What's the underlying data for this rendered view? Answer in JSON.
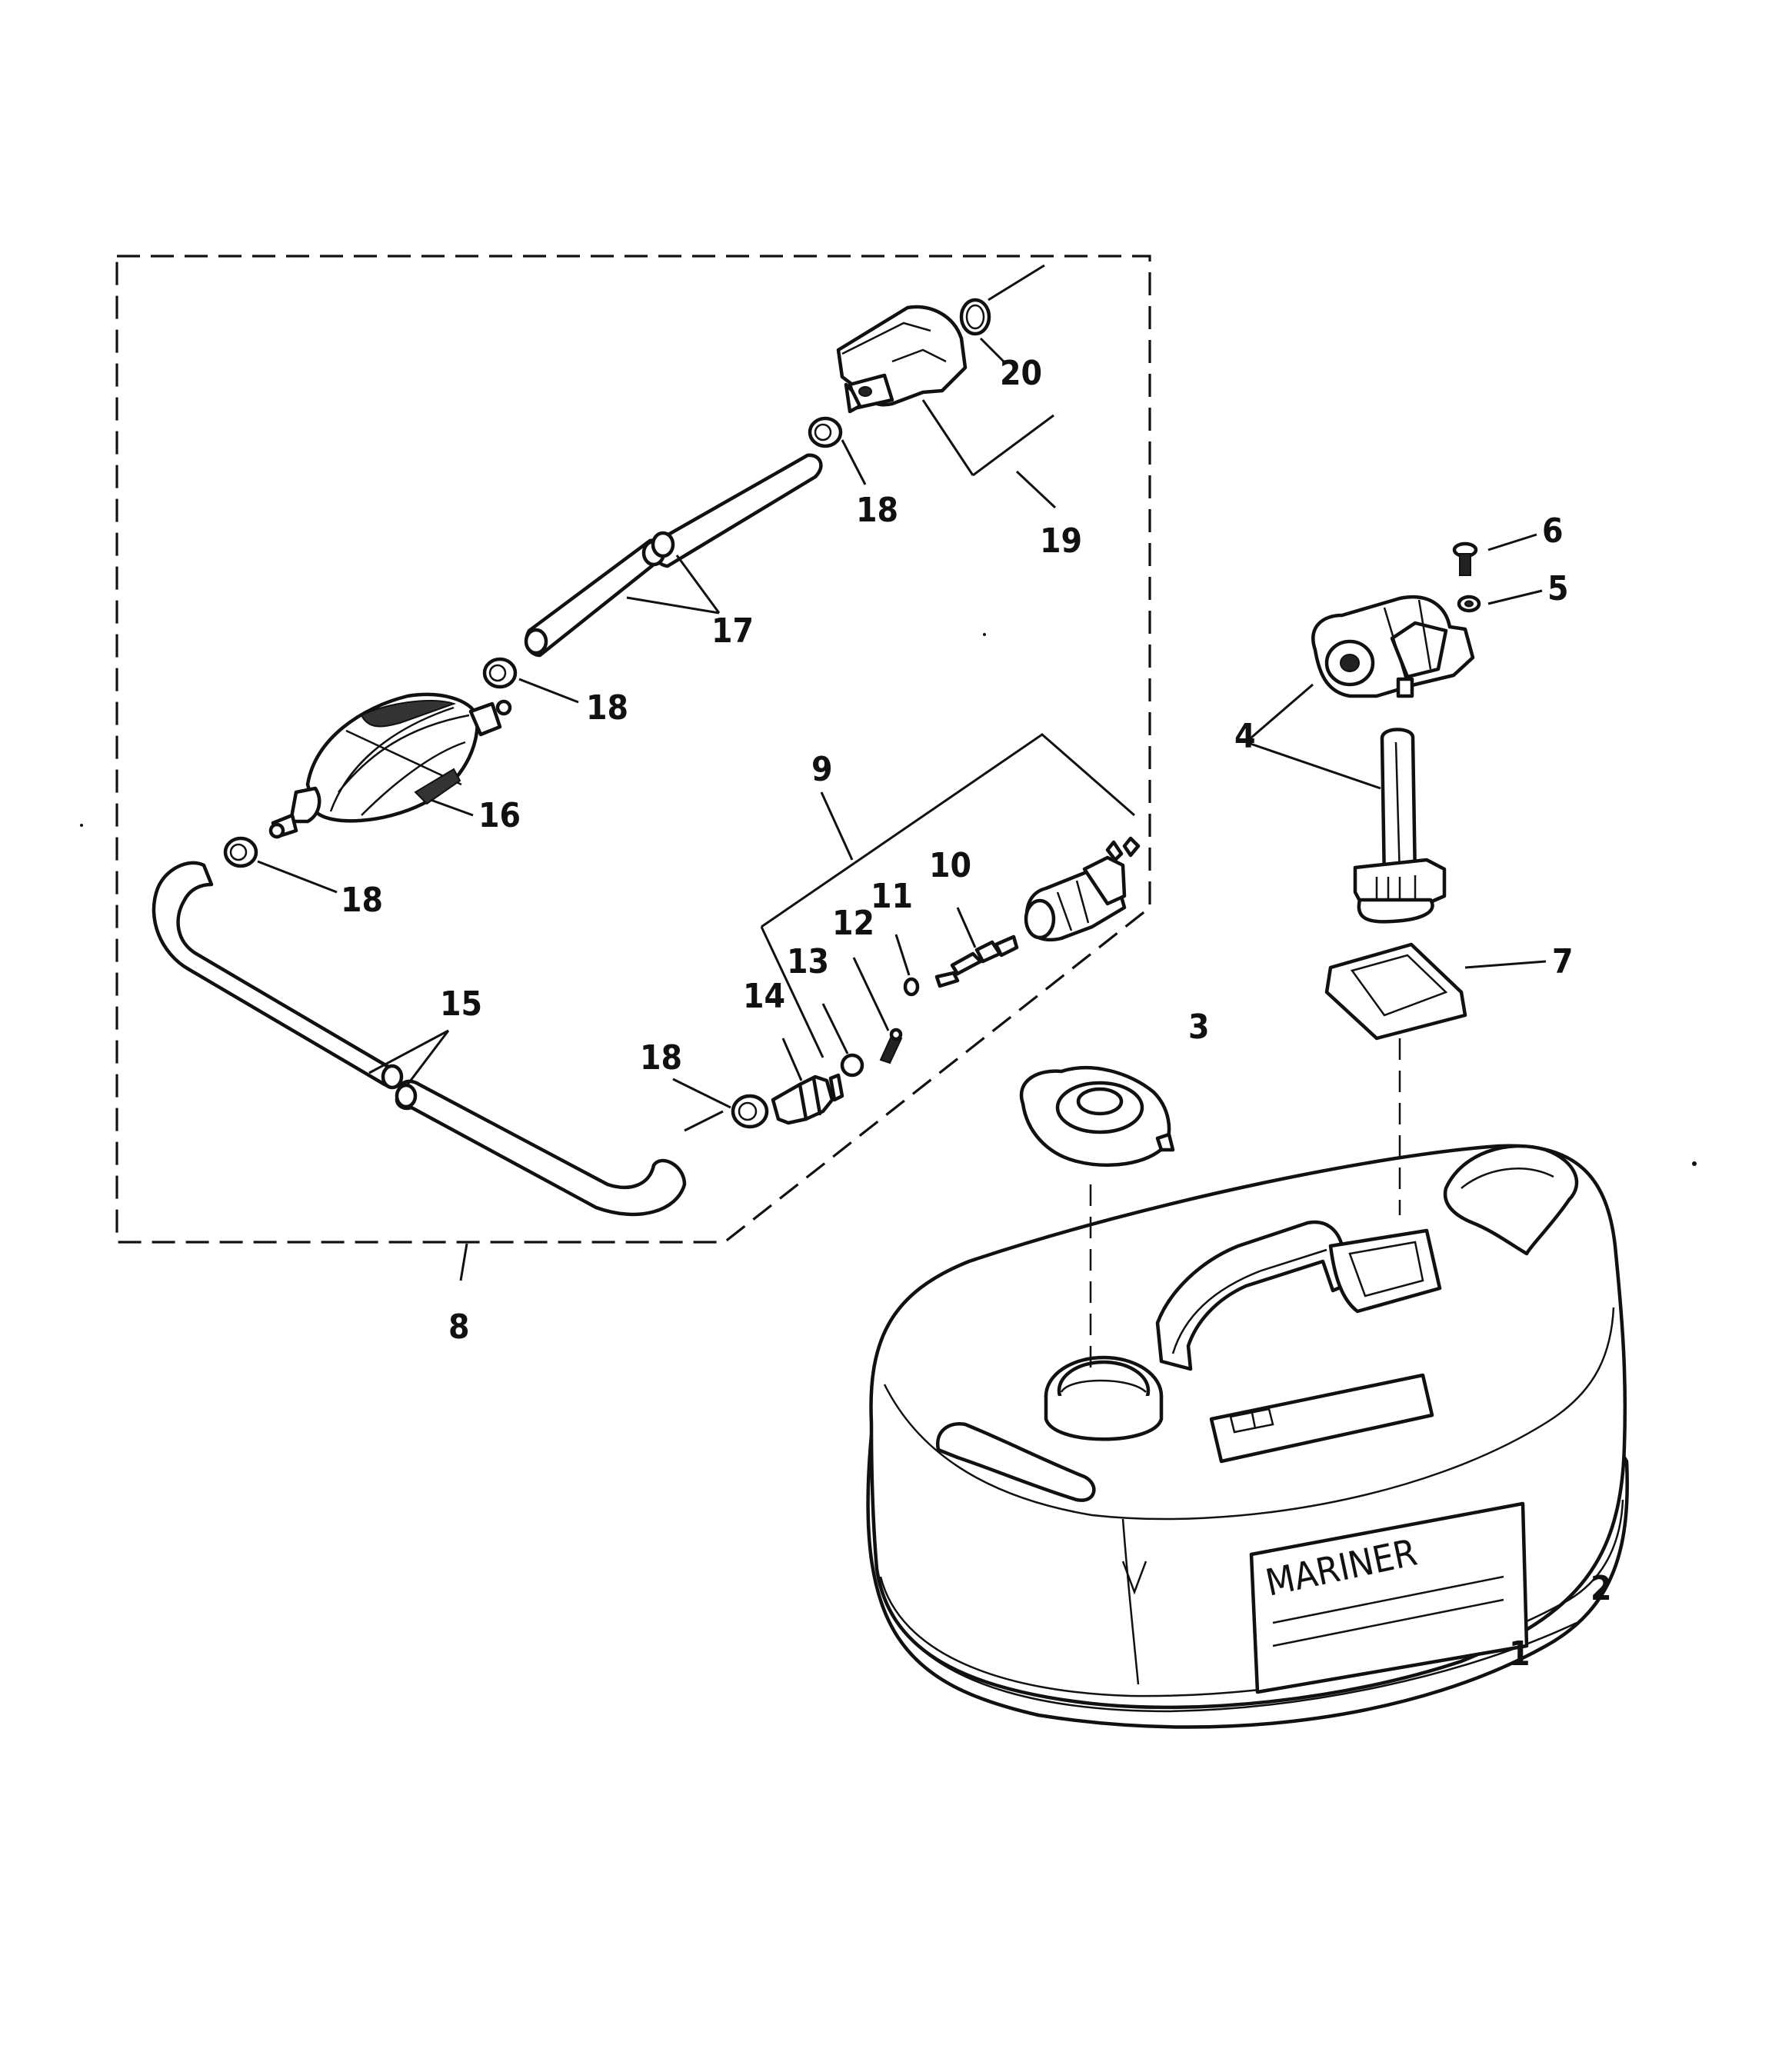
{
  "brand": "MARINER",
  "callouts": [
    "1",
    "2",
    "3",
    "4",
    "5",
    "6",
    "7",
    "8",
    "9",
    "10",
    "11",
    "12",
    "13",
    "14",
    "15",
    "16",
    "17",
    "18",
    "19",
    "20"
  ],
  "label_18_extra": [
    "18",
    "18",
    "18",
    "18"
  ]
}
